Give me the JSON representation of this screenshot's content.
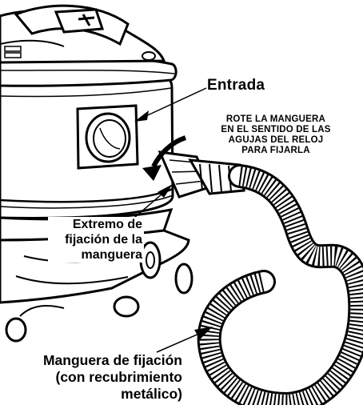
{
  "labels": {
    "entrada": "Entrada",
    "rotate_instruction": [
      "ROTE LA MANGUERA",
      "EN EL SENTIDO DE LAS",
      "AGUJAS DEL RELOJ",
      "PARA FIJARLA"
    ],
    "hose_end": [
      "Extremo de",
      "fijación de la",
      "manguera"
    ],
    "hose": [
      "Manguera de fijación",
      "(con recubrimiento",
      "metálico)"
    ]
  },
  "colors": {
    "ink": "#000000",
    "paper": "#ffffff",
    "shade": "#d8d8d8"
  }
}
